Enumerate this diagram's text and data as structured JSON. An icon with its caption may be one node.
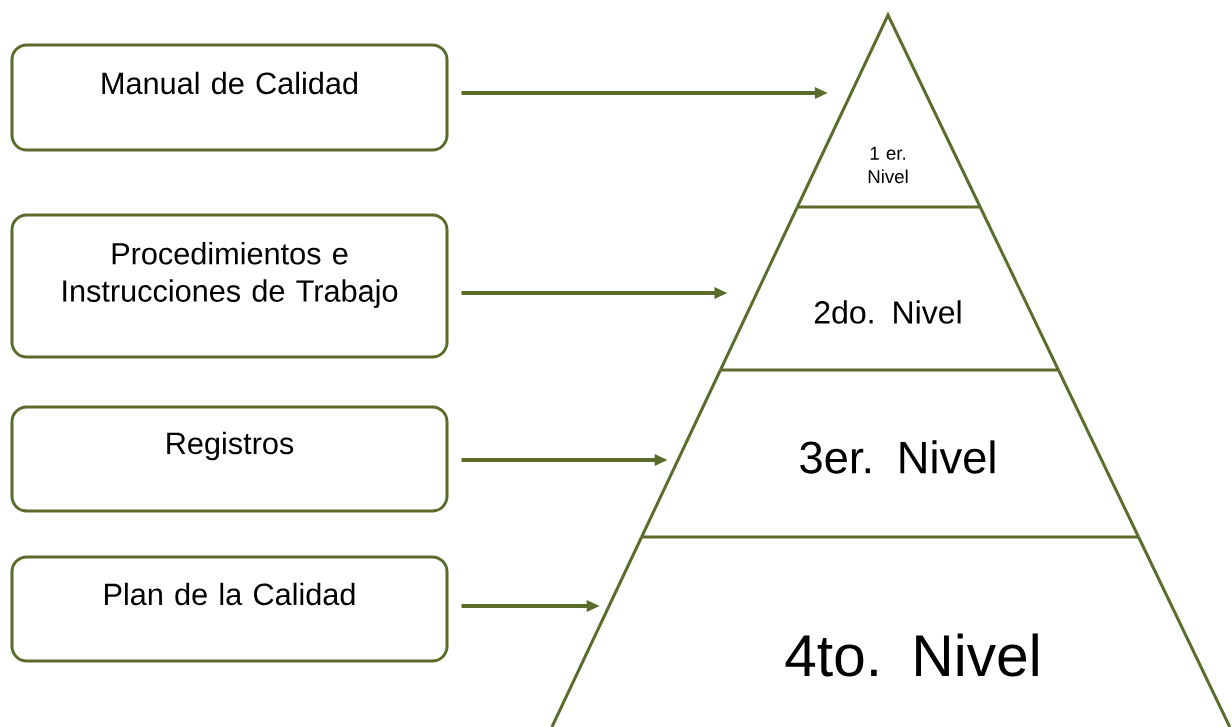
{
  "diagram": {
    "nodes": [
      {
        "text": [
          "Manual de Calidad"
        ]
      },
      {
        "text": [
          "Procedimientos e Instrucciones de Trabajo"
        ]
      },
      {
        "text": [
          "Registros"
        ]
      },
      {
        "text": [
          "Plan de la Calidad"
        ]
      },
      {
        "text": [
          "1 er. Nivel"
        ]
      },
      {
        "text": [
          "2do. Nivel"
        ]
      },
      {
        "text": [
          "3er. Nivel"
        ]
      },
      {
        "text": [
          "4to. Nivel"
        ]
      }
    ],
    "edges": [
      {
        "from": 0,
        "to": 4,
        "arrow": "to"
      },
      {
        "from": 1,
        "to": 5,
        "arrow": "to"
      },
      {
        "from": 2,
        "to": 6,
        "arrow": "to"
      },
      {
        "from": 3,
        "to": 7,
        "arrow": "to"
      }
    ]
  }
}
